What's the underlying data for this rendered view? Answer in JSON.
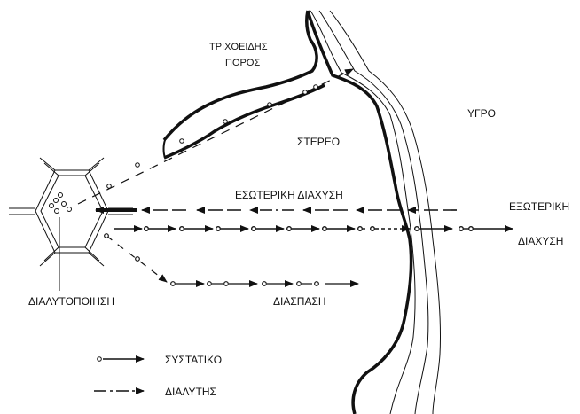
{
  "labels": {
    "capillary_line1": "ΤΡΙΧΟΕΙΔΗΣ",
    "capillary_line2": "ΠΟΡΟΣ",
    "liquid": "ΥΓΡΟ",
    "solid": "ΣΤΕΡΕΟ",
    "internal_diffusion": "ΕΣΩΤΕΡΙΚΗ ΔΙΑΧΥΣΗ",
    "external_diffusion_line1": "ΕΞΩΤΕΡΙΚΗ",
    "external_diffusion_line2": "ΔΙΑΧΥΣΗ",
    "dissolution": "ΔΙΑΛΥΤΟΠΟΙΗΣΗ",
    "degradation": "ΔΙΑΣΠΑΣΗ"
  },
  "legend": {
    "component": "ΣΥΣΤΑΤΙΚΟ",
    "solvent": "ΔΙΑΛΥΤΗΣ"
  },
  "colors": {
    "ink": "#111111",
    "background": "#ffffff"
  }
}
